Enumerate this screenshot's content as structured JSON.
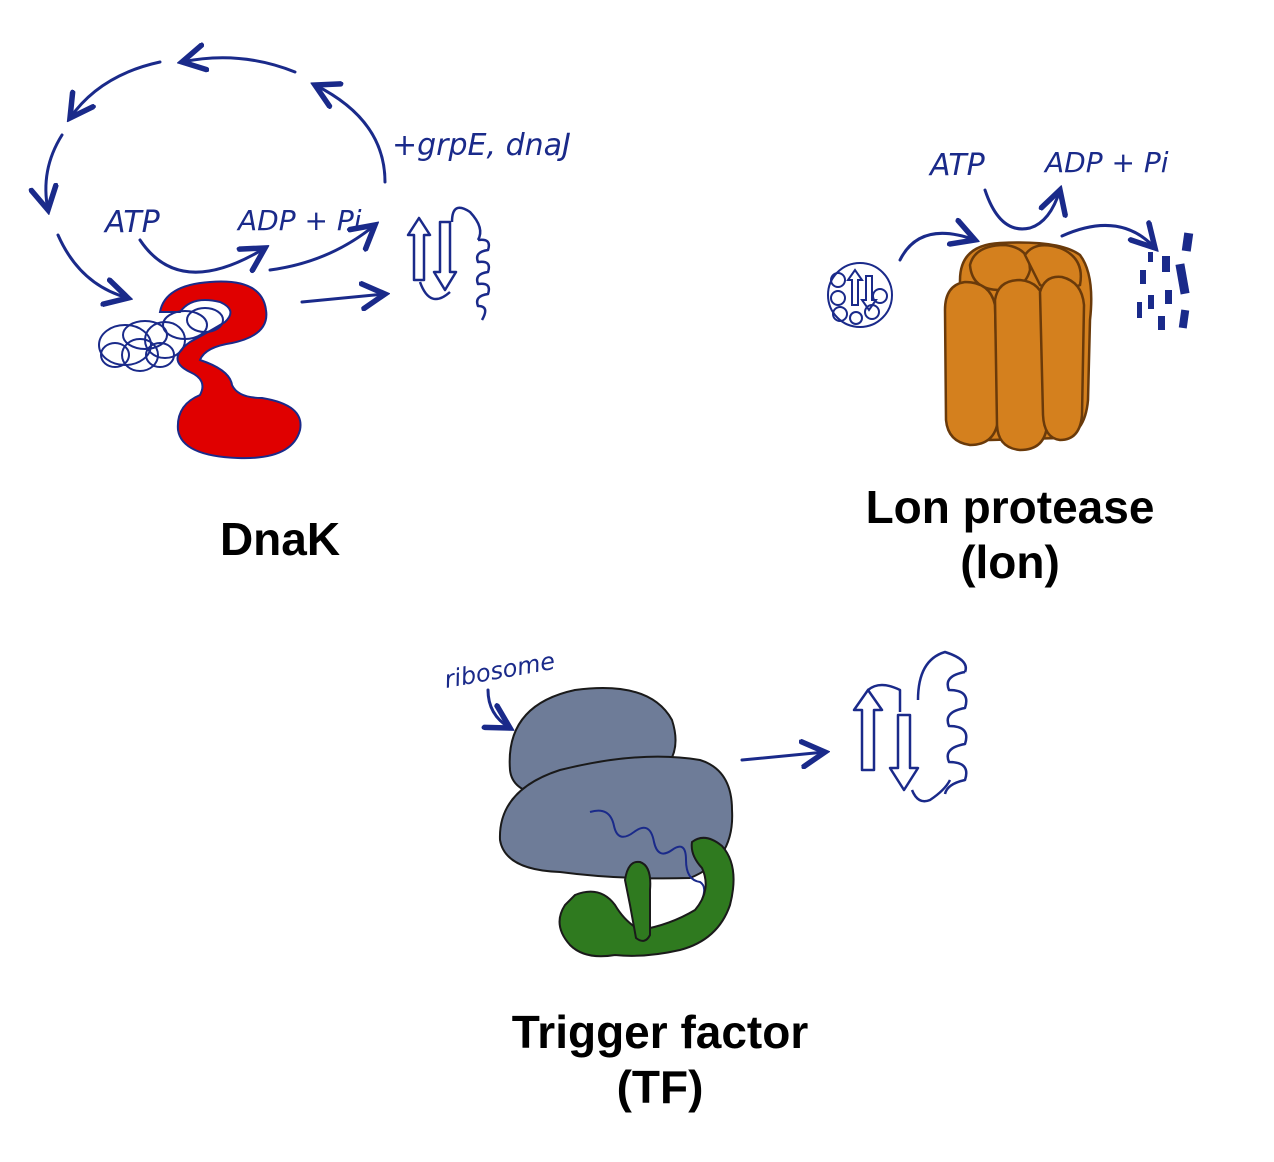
{
  "dnak": {
    "title": "DnaK",
    "atp": "ATP",
    "adp": "ADP + Pi",
    "cofactors": "+grpE, dnaJ",
    "colors": {
      "protein": "#e00000",
      "ink": "#1a2a8a"
    }
  },
  "lon": {
    "title_line1": "Lon protease",
    "title_line2": "(lon)",
    "atp": "ATP",
    "adp": "ADP + Pi",
    "colors": {
      "protein": "#d4801e",
      "ink": "#1a2a8a"
    }
  },
  "tf": {
    "title_line1": "Trigger factor",
    "title_line2": "(TF)",
    "ribosome_label": "ribosome",
    "colors": {
      "ribosome": "#6e7c98",
      "protein": "#2f7a1f",
      "ink": "#1a2a8a"
    }
  }
}
